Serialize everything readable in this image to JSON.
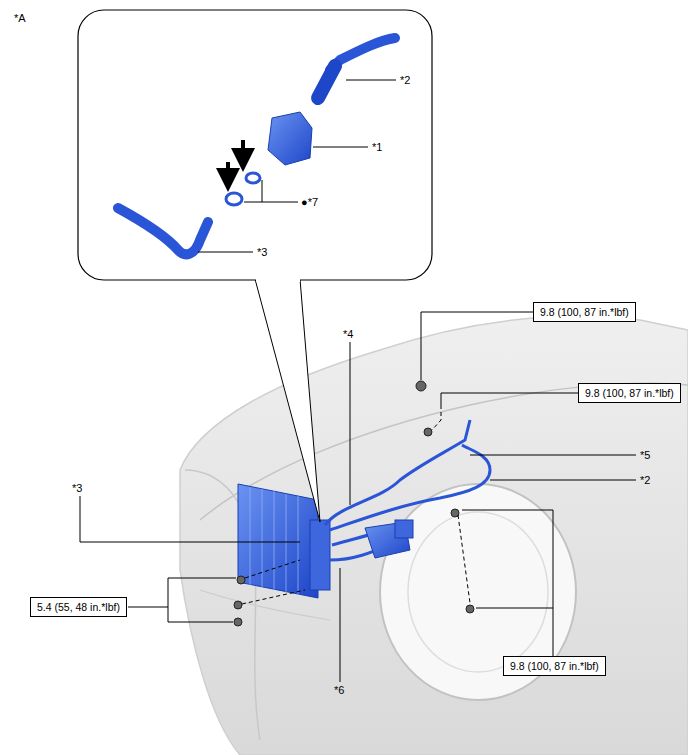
{
  "diagram": {
    "nodes": [
      {
        "text": [
          "9.8 (100, 87 in.*lbf)"
        ]
      },
      {
        "text": [
          "9.8 (100, 87 in.*lbf)"
        ]
      },
      {
        "text": [
          "5.4 (55, 48 in.*lbf)"
        ]
      },
      {
        "text": [
          "9.8 (100, 87 in.*lbf)"
        ]
      }
    ],
    "labels": [
      "*A",
      "*2",
      "*1",
      "●*7",
      "*3",
      "*4",
      "*5",
      "*2",
      "*3",
      "*6"
    ]
  }
}
